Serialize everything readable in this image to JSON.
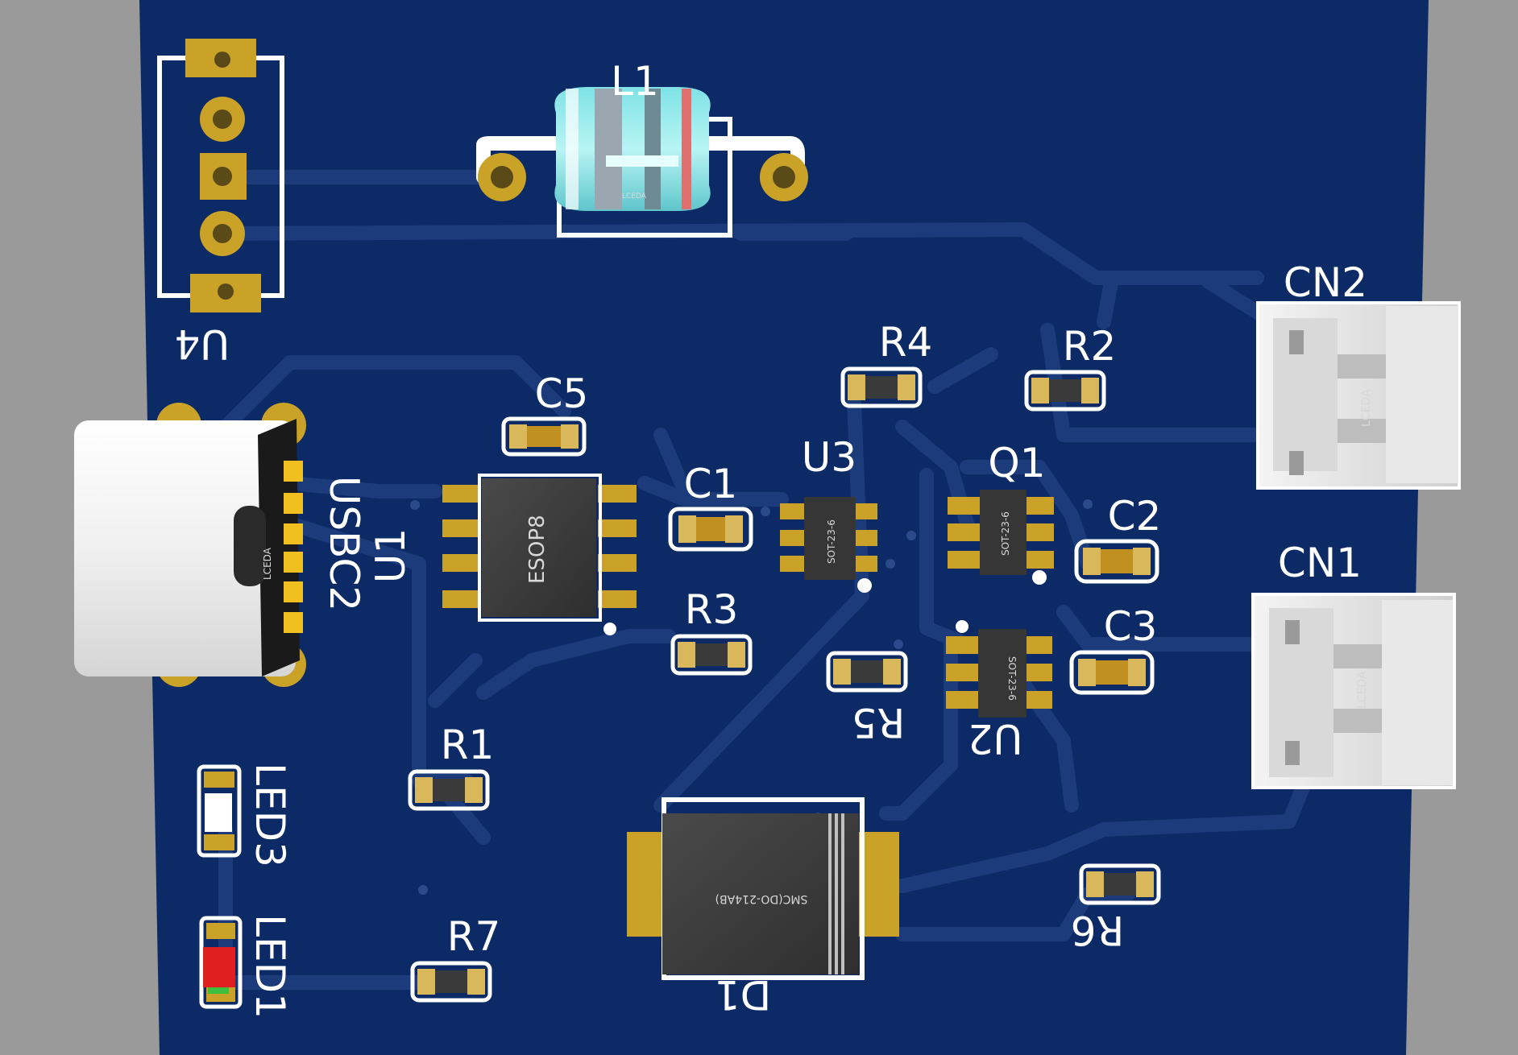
{
  "board": {
    "board_color": "#0c2a66",
    "trace_color": "#1c3b7a",
    "pad_color": "#c9a227",
    "silk_color": "#ffffff",
    "background_color": "#9a9a9a"
  },
  "components": {
    "U4": "U4",
    "L1": "L1",
    "L1_body_text": "LCEDA",
    "CN2": "CN2",
    "CN2_body_text": "LCEDA",
    "CN1": "CN1",
    "CN1_body_text": "LCEDA",
    "R4": "R4",
    "R2": "R2",
    "C5": "C5",
    "C1": "C1",
    "U3": "U3",
    "U3_pkg": "SOT-23-6",
    "Q1": "Q1",
    "Q1_pkg": "SOT-23-6",
    "C2": "C2",
    "U1": "U1",
    "U1_pkg": "ESOP8",
    "USBC2": "USBC2",
    "USBC2_body_text": "LCEDA",
    "R3": "R3",
    "R5": "R5",
    "C3": "C3",
    "U2": "U2",
    "U2_pkg": "SOT-23-6",
    "R1": "R1",
    "LED3": "LED3",
    "LED1": "LED1",
    "D1": "D1",
    "D1_pkg": "SMC(DO-214AB)",
    "R6": "R6",
    "R7": "R7"
  }
}
